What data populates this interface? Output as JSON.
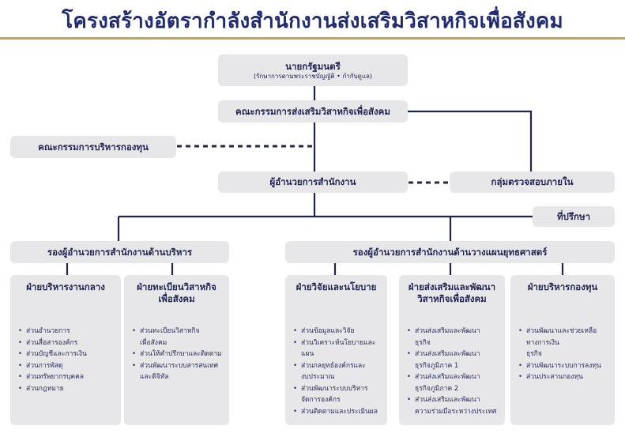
{
  "title": "โครงสร้างอัตรากำลังสำนักงานส่งเสริมวิสาหกิจเพื่อสังคม",
  "nodes": {
    "prime_minister": {
      "label": "นายกรัฐมนตรี",
      "sub": "(รักษาการตามพระราชบัญญัติ • กำกับดูแล)"
    },
    "committee": {
      "label": "คณะกรรมการส่งเสริมวิสาหกิจเพื่อสังคม"
    },
    "fund_committee": {
      "label": "คณะกรรมการบริหารกองทุน"
    },
    "director": {
      "label": "ผู้อำนวยการสำนักงาน"
    },
    "internal_audit": {
      "label": "กลุ่มตรวจสอบภายใน"
    },
    "advisor": {
      "label": "ที่ปรึกษา"
    },
    "deputy_admin": {
      "label": "รองผู้อำนวยการสำนักงานด้านบริหาร"
    },
    "deputy_strategy": {
      "label": "รองผู้อำนวยการสำนักงานด้านวางแผนยุทธศาสตร์"
    }
  },
  "divisions": [
    {
      "title": "ฝ่ายบริหารงานกลาง",
      "items": [
        "ส่วนอำนวยการ",
        "ส่วนสื่อสารองค์กร",
        "ส่วนบัญชีและการเงิน",
        "ส่วนการพัสดุ",
        "ส่วนทรัพยากรบุคคล",
        "ส่วนกฎหมาย"
      ]
    },
    {
      "title": "ฝ่ายทะเบียนวิสาหกิจ\nเพื่อสังคม",
      "items": [
        "ส่วนทะเบียนวิสาหกิจ\nเพื่อสังคม",
        "ส่วนให้คำปรึกษาและติดตาม",
        "ส่วนพัฒนาระบบสารสนเทศ\nและดิจิทัล"
      ]
    },
    {
      "title": "ฝ่ายวิจัยและนโยบาย",
      "items": [
        "ส่วนข้อมูลและวิจัย",
        "ส่วนวิเคราะห์นโยบายและ\nแผน",
        "ส่วนกลยุทธ์องค์กรและ\nงบประมาณ",
        "ส่วนพัฒนาระบบบริหาร\nจัดการองค์กร",
        "ส่วนติดตามและประเมินผล"
      ]
    },
    {
      "title": "ฝ่ายส่งเสริมและพัฒนา\nวิสาหกิจเพื่อสังคม",
      "items": [
        "ส่วนส่งเสริมและพัฒนา\nธุรกิจ",
        "ส่วนส่งเสริมและพัฒนา\nธุรกิจภูมิภาค 1",
        "ส่วนส่งเสริมและพัฒนา\nธุรกิจภูมิภาค 2",
        "ส่วนส่งเสริมและพัฒนา\nความร่วมมือระหว่างประเทศ"
      ]
    },
    {
      "title": "ฝ่ายบริหารกองทุน",
      "items": [
        "ส่วนพัฒนาและช่วยเหลือ\nทางการเงิน\nธุรกิจ",
        "ส่วนพัฒนาระบบการลงทุน",
        "ส่วนประสานกองทุน"
      ]
    }
  ],
  "colors": {
    "title": "#1e2a78",
    "accent": "#c7a250",
    "box": "#e7e7ea",
    "line": "#1f2450"
  }
}
